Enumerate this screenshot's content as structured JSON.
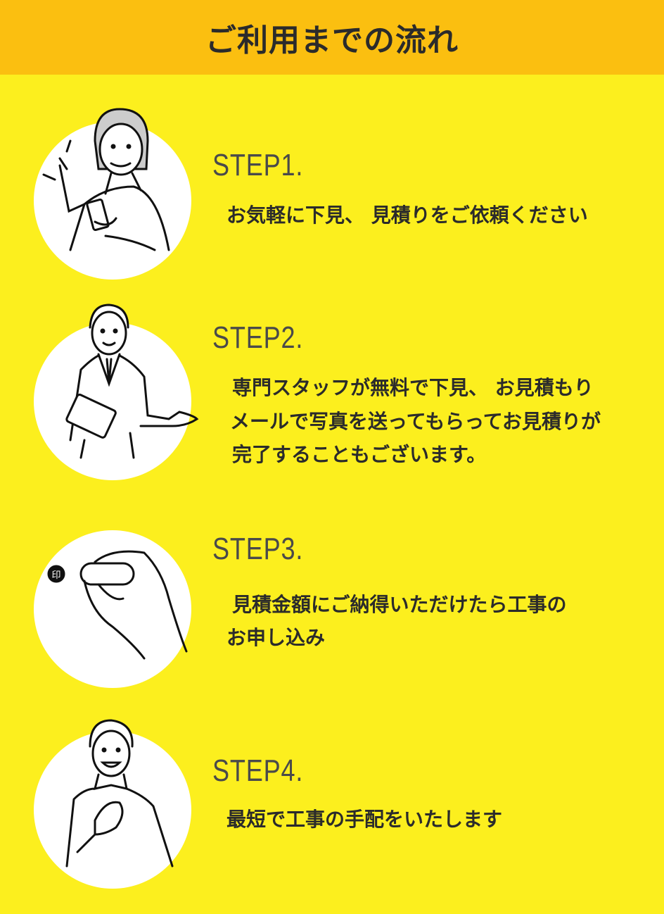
{
  "header": {
    "title": "ご利用までの流れ"
  },
  "steps": [
    {
      "label": "STEP1.",
      "lines": [
        "お気軽に下見、 見積りをご依頼ください"
      ],
      "icon": "woman-with-phone-icon"
    },
    {
      "label": "STEP2.",
      "lines": [
        "専門スタッフが無料で下見、 お見積もり",
        "メールで写真を送ってもらってお見積りが",
        "完了することもございます。"
      ],
      "icon": "staff-presenting-icon"
    },
    {
      "label": "STEP3.",
      "lines": [
        "見積金額にご納得いただけたら工事の",
        "お申し込み"
      ],
      "icon": "hand-with-seal-icon",
      "seal_text": "印"
    },
    {
      "label": "STEP4.",
      "lines": [
        "最短で工事の手配をいたします"
      ],
      "icon": "worker-hand-on-chest-icon"
    }
  ],
  "colors": {
    "header": "#FBBF10",
    "background": "#FCEF1E",
    "text": "#2b2b2b"
  }
}
